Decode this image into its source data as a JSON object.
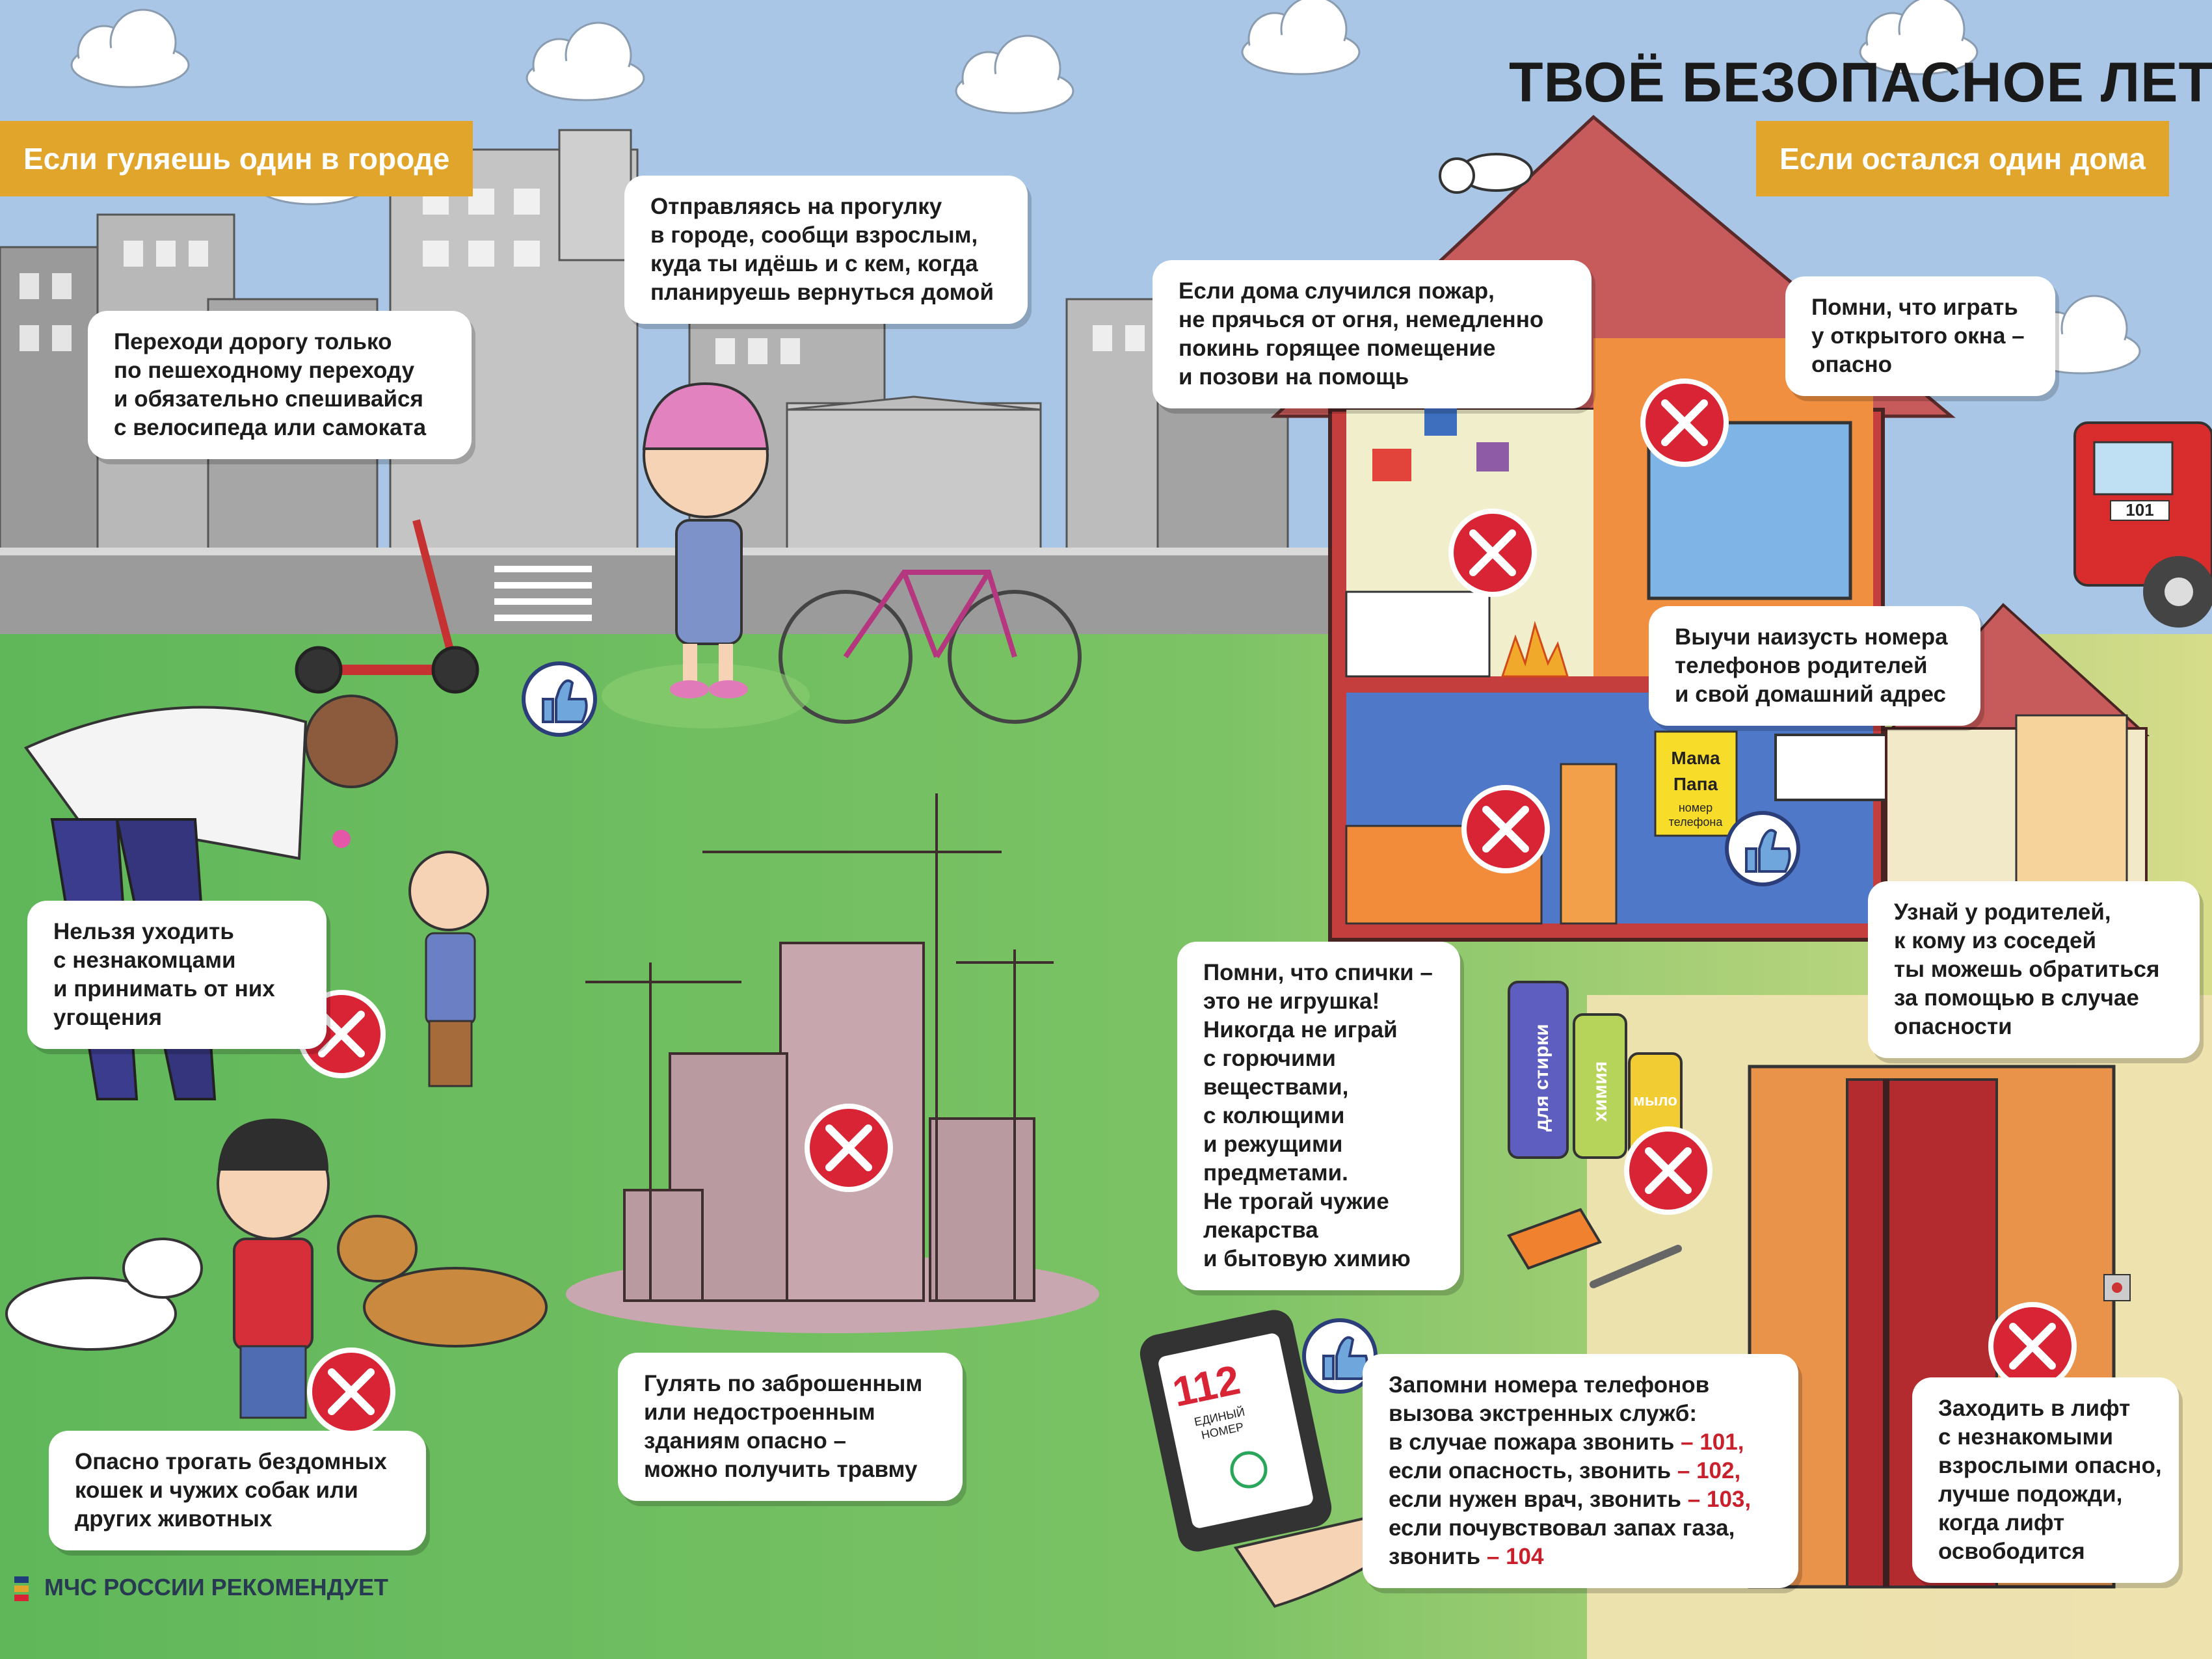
{
  "title": "ТВОЁ БЕЗОПАСНОЕ ЛЕТО",
  "sections": {
    "city": "Если гуляешь один в городе",
    "home": "Если остался один дома"
  },
  "footer": "МЧС РОССИИ РЕКОМЕНДУЕТ",
  "tips": {
    "crossing": [
      "Переходи дорогу только",
      "по пешеходному переходу",
      "и обязательно спешивайся",
      "с велосипеда или самоката"
    ],
    "walk": [
      "Отправляясь на прогулку",
      "в городе, сообщи взрослым,",
      "куда ты идёшь и с кем, когда",
      "планируешь вернуться домой"
    ],
    "strangers": [
      "Нельзя уходить",
      "с незнакомцами",
      "и принимать от них",
      "угощения"
    ],
    "animals": [
      "Опасно трогать бездомных",
      "кошек  и чужих собак или",
      "других животных"
    ],
    "buildings": [
      "Гулять по заброшенным",
      "или недостроенным",
      "зданиям  опасно –",
      "можно получить травму"
    ],
    "fire": [
      "Если дома случился пожар,",
      "не прячься от огня, немедленно",
      "покинь горящее помещение",
      "и позови на помощь"
    ],
    "window": [
      "Помни, что играть",
      "у открытого окна –",
      "опасно"
    ],
    "memorize": [
      "Выучи наизусть номера",
      "телефонов родителей",
      "и свой домашний адрес"
    ],
    "neighbors": [
      "Узнай у родителей,",
      "к кому из соседей",
      "ты можешь обратиться",
      "за помощью в случае",
      "опасности"
    ],
    "matches": [
      "Помни, что спички –",
      "это не игрушка!",
      "Никогда не играй",
      "с горючими",
      "веществами,",
      "с колющими",
      "и режущими",
      "предметами.",
      "Не трогай чужие",
      "лекарства",
      "и бытовую химию"
    ],
    "elevator": [
      "Заходить в лифт",
      "с незнакомыми",
      "взрослыми опасно,",
      "лучше подожди,",
      "когда лифт",
      "освободится"
    ]
  },
  "emergency": {
    "intro": [
      "Запомни номера  телефонов",
      "вызова экстренных служб:"
    ],
    "lines": [
      {
        "text": "в случае пожара звонить",
        "num": "– 101,"
      },
      {
        "text": "если опасность, звонить",
        "num": "– 102,"
      },
      {
        "text": "если нужен врач, звонить",
        "num": "– 103,"
      },
      {
        "text": "если почувствовал запах газа,",
        "num": ""
      },
      {
        "text": "звонить",
        "num": "– 104"
      }
    ]
  },
  "props": {
    "note_mama": "Мама",
    "note_papa": "Папа",
    "note_nomer": "номер",
    "note_telefona": "телефона",
    "bottle_stirka": "для стирки",
    "bottle_himiya": "химия",
    "bottle_mylo": "мыло",
    "phone_112": "112",
    "phone_line1": "ЕДИНЫЙ",
    "phone_line2": "НОМЕР",
    "truck_101": "101"
  },
  "colors": {
    "accent": "#e0a52a",
    "warning_red": "#d92435",
    "number_red": "#c9202c",
    "grass": "#6cbc5e",
    "sky": "#a9c6e6"
  }
}
